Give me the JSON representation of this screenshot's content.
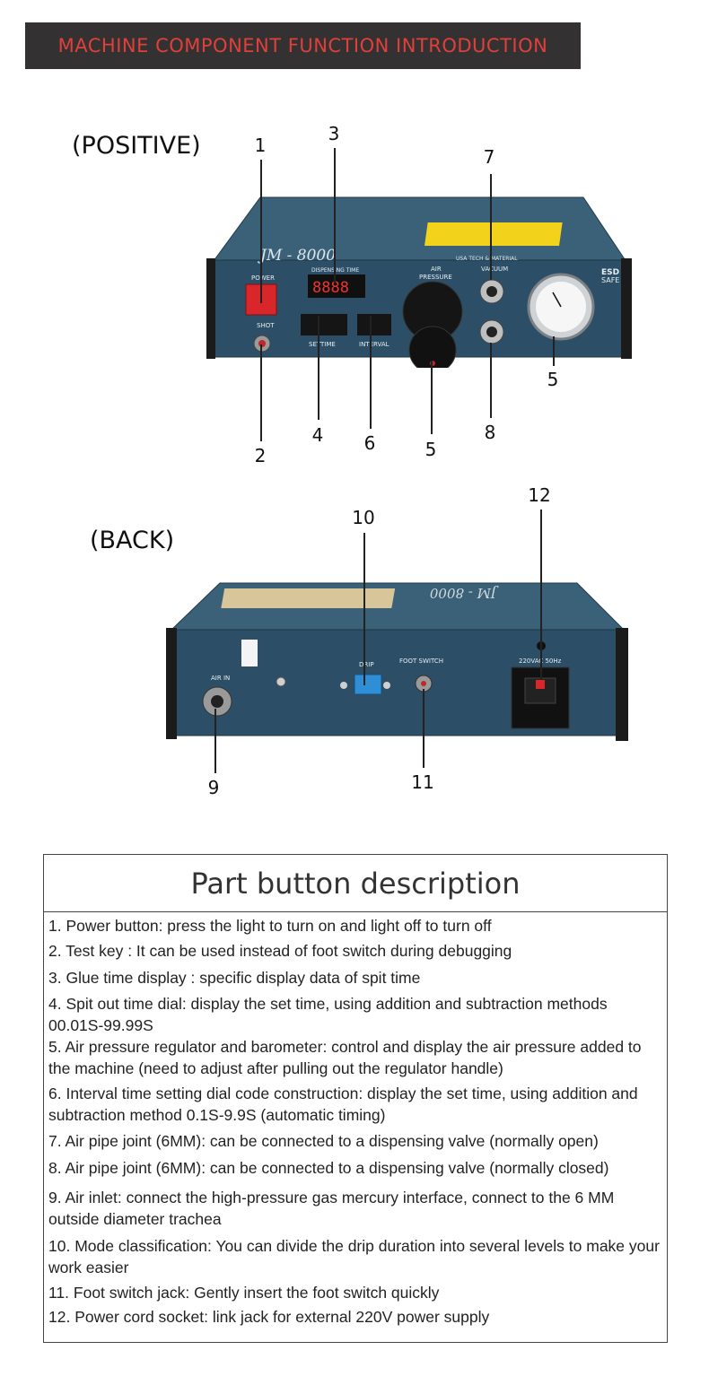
{
  "banner": {
    "title": "MACHINE COMPONENT FUNCTION INTRODUCTION",
    "text_color": "#e0403a",
    "bg_color": "#333132"
  },
  "front": {
    "label": "(POSITIVE)",
    "model": "JM - 8000",
    "power_label": "POWER",
    "shot_label": "SHOT",
    "display_label": "DISPENSING TIME",
    "settime_label": "SETTIME",
    "interval_label": "INTERVAL",
    "air_label_1": "AIR",
    "air_label_2": "PRESSURE",
    "vacuum_label": "VACUUM",
    "brand_label": "USA TECH & MATERIAL",
    "esd_label_1": "ESD",
    "esd_label_2": "SAFE",
    "callouts": [
      "1",
      "2",
      "3",
      "4",
      "5",
      "6",
      "5",
      "7",
      "8"
    ]
  },
  "back": {
    "label": "(BACK)",
    "air_in_label": "AIR IN",
    "drip_label": "DRIP",
    "foot_switch_label": "FOOT SWITCH",
    "voltage_label": "220VAC 50Hz",
    "callouts": [
      "9",
      "10",
      "11",
      "12"
    ]
  },
  "description": {
    "title": "Part button description",
    "items": [
      "1. Power button: press the light to turn on and light off to turn off",
      "2. Test key : It can be used instead of foot switch during debugging",
      "3. Glue time display : specific display data of spit time",
      "4. Spit out time dial: display the set time, using addition and subtraction methods 00.01S-99.99S",
      "5. Air pressure regulator and barometer: control and display the air pressure added to the machine (need to adjust after pulling out the regulator handle)",
      "6. Interval time setting dial code construction: display the set time, using addition and subtraction method 0.1S-9.9S (automatic timing)",
      "7. Air pipe joint (6MM): can be connected to a dispensing valve (normally open)",
      "8. Air pipe joint (6MM): can be connected to a dispensing valve (normally closed)",
      "9. Air inlet: connect the high-pressure gas mercury interface, connect to the  6 MM outside diameter trachea",
      "10. Mode classification: You can divide the drip duration into several levels to make your work easier",
      "11. Foot switch jack: Gently insert the foot switch quickly",
      "12. Power cord socket: link jack for external 220V power supply"
    ]
  },
  "colors": {
    "panel": "#2c4f67",
    "panel_top": "#3a6177",
    "warning_label": "#f2d21b",
    "power_red": "#d8262b"
  }
}
